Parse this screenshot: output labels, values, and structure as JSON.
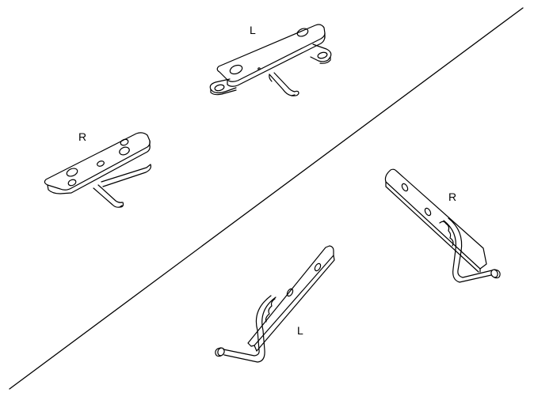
{
  "labels": {
    "left_top": "L",
    "right_top": "R",
    "right_bottom": "R",
    "left_bottom": "L"
  },
  "colors": {
    "line": "#000000",
    "background": "#ffffff"
  }
}
